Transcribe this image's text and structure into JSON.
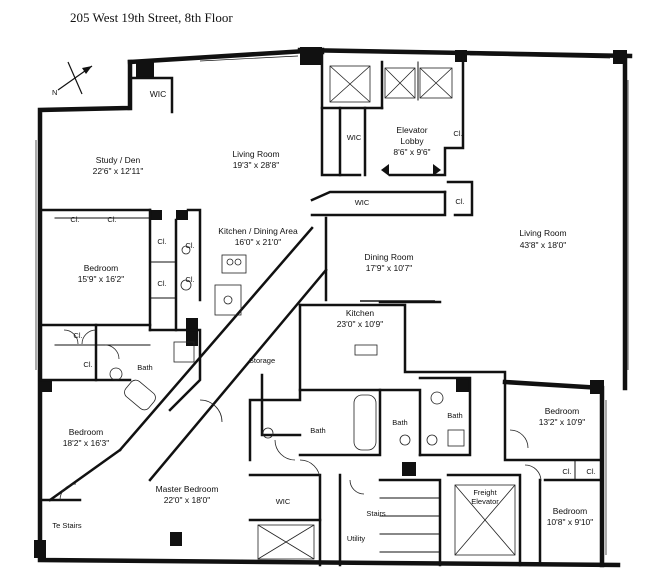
{
  "title": "205 West 19th Street, 8th Floor",
  "rooms": [
    {
      "id": "wic-top",
      "name": "WIC",
      "dims": ""
    },
    {
      "id": "study",
      "name": "Study / Den",
      "dims": "22'6\" x 12'11\""
    },
    {
      "id": "living-left",
      "name": "Living Room",
      "dims": "19'3\" x 28'8\""
    },
    {
      "id": "elevator-lobby",
      "name": "Elevator\nLobby",
      "dims": "8'6\" x 9'6\""
    },
    {
      "id": "living-right",
      "name": "Living Room",
      "dims": "43'8\" x 18'0\""
    },
    {
      "id": "kitchen-dining",
      "name": "Kitchen / Dining Area",
      "dims": "16'0\" x 21'0\""
    },
    {
      "id": "dining",
      "name": "Dining Room",
      "dims": "17'9\" x 10'7\""
    },
    {
      "id": "bedroom-1",
      "name": "Bedroom",
      "dims": "15'9\" x 16'2\""
    },
    {
      "id": "kitchen",
      "name": "Kitchen",
      "dims": "23'0\" x 10'9\""
    },
    {
      "id": "bedroom-2",
      "name": "Bedroom",
      "dims": "18'2\" x 16'3\""
    },
    {
      "id": "bedroom-3",
      "name": "Bedroom",
      "dims": "13'2\" x 10'9\""
    },
    {
      "id": "master",
      "name": "Master Bedroom",
      "dims": "22'0\" x 18'0\""
    },
    {
      "id": "bedroom-4",
      "name": "Bedroom",
      "dims": "10'8\" x 9'10\""
    }
  ],
  "labels": {
    "wic_lobby": "WIC",
    "wic_hall": "WIC",
    "wic_master": "WIC",
    "cl": "Cl.",
    "bath": "Bath",
    "storage": "Storage",
    "stairs": "Stairs",
    "te_stairs": "Te Stairs",
    "utility": "Utility",
    "freight": "Freight\nElevator",
    "north": "N"
  }
}
